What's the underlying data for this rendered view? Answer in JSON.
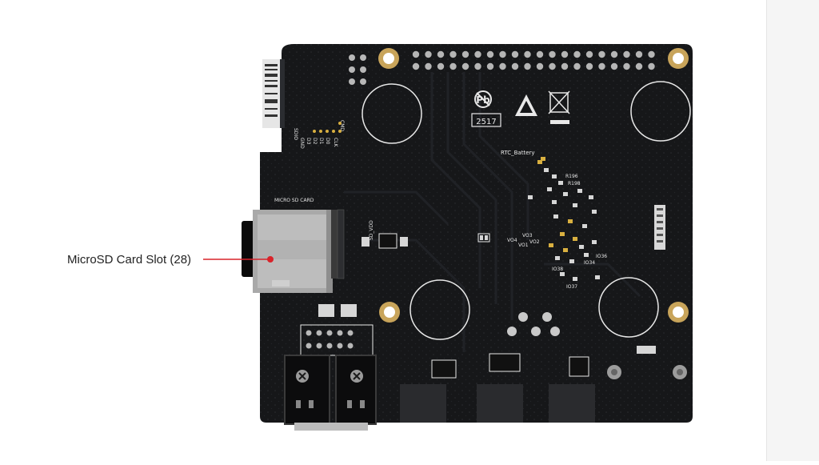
{
  "callout": {
    "label": "MicroSD Card Slot (28)",
    "line_color": "#d9232a"
  },
  "board": {
    "pcb_color": "#161719",
    "silkscreen_color": "#e8e8e8",
    "gold_color": "#c8a45a",
    "texts": {
      "micro_sd": "MICRO SD CARD",
      "sdio": "SDIO",
      "gnd": "GND",
      "d3": "D3",
      "d2": "D2",
      "d1": "D1",
      "d0": "D0",
      "clk": "CLK",
      "cmd": "CMD",
      "vdd": "SD_VDD",
      "rtc": "RTC_Battery",
      "cert": "2517",
      "r196": "R196",
      "r198": "R198",
      "vo4": "VO4",
      "vo3": "VO3",
      "vo2": "VO2",
      "vo1": "VO1",
      "io38": "IO38",
      "io37": "IO37",
      "io34": "IO34",
      "io36": "IO36"
    }
  }
}
